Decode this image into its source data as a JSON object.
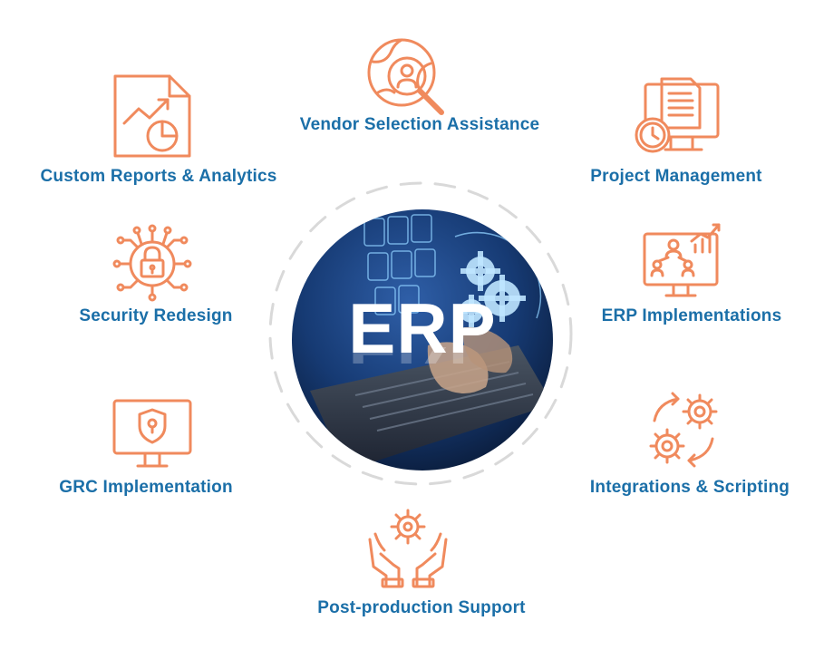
{
  "colors": {
    "icon_orange": "#F08A5D",
    "label_blue": "#1B6FA8",
    "ring_gray": "#D9D9D9",
    "hub_text": "#FFFFFF"
  },
  "hub": {
    "title": "ERP",
    "image": "laptop-with-gears-photo"
  },
  "services": [
    {
      "label": "Vendor Selection Assistance",
      "icon": "vendor-search-icon"
    },
    {
      "label": "Project Management",
      "icon": "project-management-icon"
    },
    {
      "label": "ERP Implementations",
      "icon": "erp-implementation-icon"
    },
    {
      "label": "Integrations & Scripting",
      "icon": "integration-gears-icon"
    },
    {
      "label": "Post-production Support",
      "icon": "support-hands-gear-icon"
    },
    {
      "label": "GRC Implementation",
      "icon": "grc-monitor-shield-icon"
    },
    {
      "label": "Security Redesign",
      "icon": "security-lock-network-icon"
    },
    {
      "label": "Custom Reports & Analytics",
      "icon": "report-chart-icon"
    }
  ]
}
